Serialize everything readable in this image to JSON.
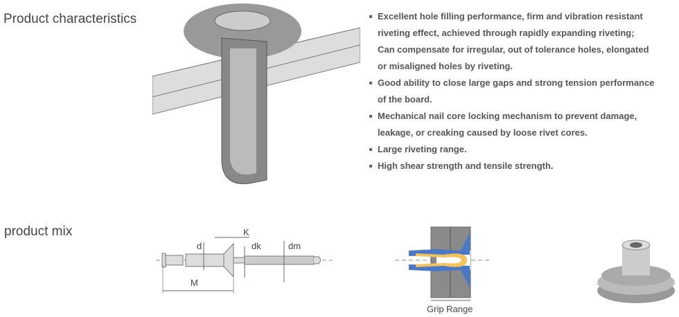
{
  "headings": {
    "characteristics": "Product characteristics",
    "mix": "product mix"
  },
  "features": [
    {
      "lines": [
        "Excellent hole filling performance, firm and vibration resistant",
        "riveting effect, achieved through rapidly expanding riveting;",
        "Can compensate for irregular, out of tolerance holes, elongated",
        "or misaligned holes by riveting."
      ]
    },
    {
      "lines": [
        "Good ability to close large gaps and strong tension performance",
        "of the board."
      ]
    },
    {
      "lines": [
        "Mechanical nail core locking mechanism to prevent damage,",
        "leakage, or creaking caused by loose rivet cores."
      ]
    },
    {
      "lines": [
        "Large riveting range."
      ]
    },
    {
      "lines": [
        "High shear strength and tensile strength."
      ]
    }
  ],
  "diagram": {
    "K": "K",
    "d": "d",
    "dk": "dk",
    "dm": "dm",
    "M": "M",
    "grip": "Grip Range"
  },
  "colors": {
    "blue": "#4a78c8",
    "yellow": "#f4c25a",
    "plate": "#8a8a8a"
  }
}
